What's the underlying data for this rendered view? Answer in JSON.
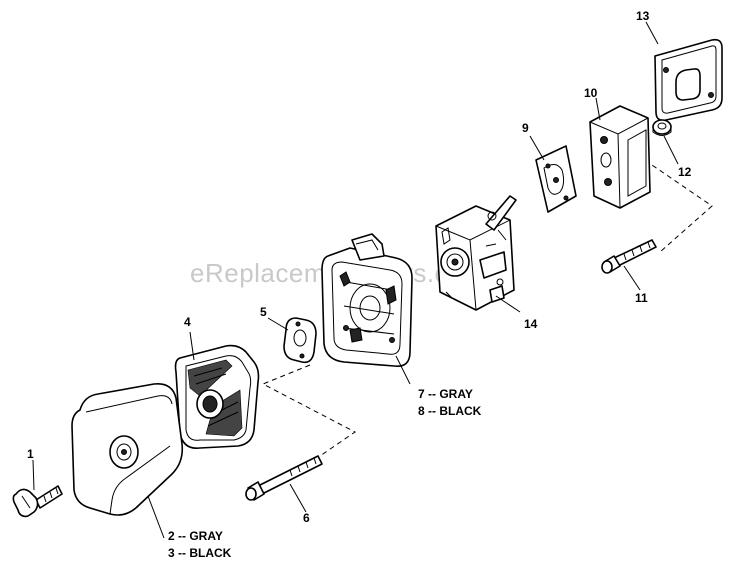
{
  "watermark": "eReplacementParts.com",
  "callouts": {
    "c1": "1",
    "c2": "2 -- GRAY",
    "c3": "3 -- BLACK",
    "c4": "4",
    "c5": "5",
    "c6": "6",
    "c7": "7 -- GRAY",
    "c8": "8 -- BLACK",
    "c9": "9",
    "c10": "10",
    "c11": "11",
    "c12": "12",
    "c13": "13",
    "c14": "14"
  }
}
